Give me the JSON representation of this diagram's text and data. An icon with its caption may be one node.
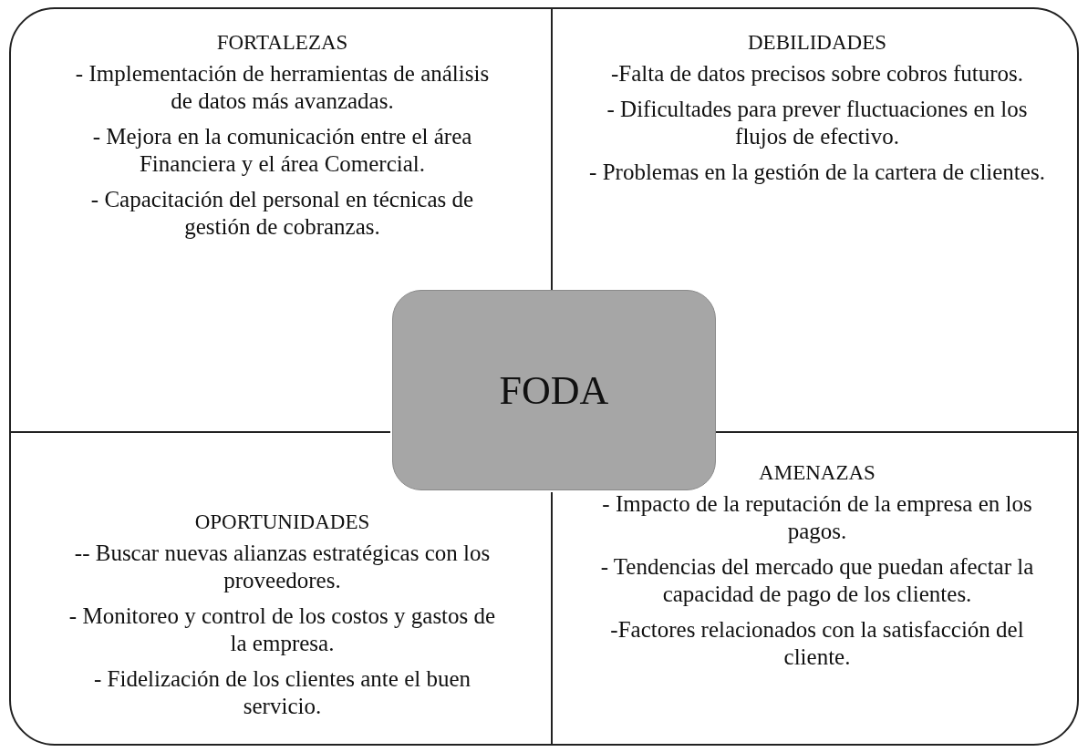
{
  "diagram": {
    "nodes": [
      {
        "text": [],
        "shape": "box"
      },
      {
        "text": [
          "FORTALEZAS",
          "- Implementación de herramientas de análisis de datos más avanzadas.",
          "- Mejora en la comunicación entre el área Financiera y el área Comercial.",
          "- Capacitación del personal en técnicas de gestión de cobranzas."
        ],
        "in": 0
      },
      {
        "text": [
          "DEBILIDADES",
          "-Falta de datos precisos sobre cobros futuros.",
          "- Dificultades para prever fluctuaciones en los flujos de efectivo.",
          "- Problemas en la gestión de la cartera de clientes."
        ],
        "in": 0
      },
      {
        "text": [
          "FODA"
        ],
        "in": 0
      },
      {
        "text": [
          "OPORTUNIDADES",
          "-- Buscar nuevas alianzas estratégicas con los proveedores.",
          "- Monitoreo y control de los costos y gastos de la empresa.",
          "- Fidelización de los clientes ante el buen servicio."
        ],
        "in": 0
      },
      {
        "text": [
          "AMENAZAS",
          "- Impacto de la reputación de la empresa en los pagos.",
          "- Tendencias del mercado que puedan afectar la capacidad de pago de los clientes.",
          "-Factores relacionados con la satisfacción del cliente."
        ],
        "in": 0
      }
    ],
    "edges": []
  }
}
